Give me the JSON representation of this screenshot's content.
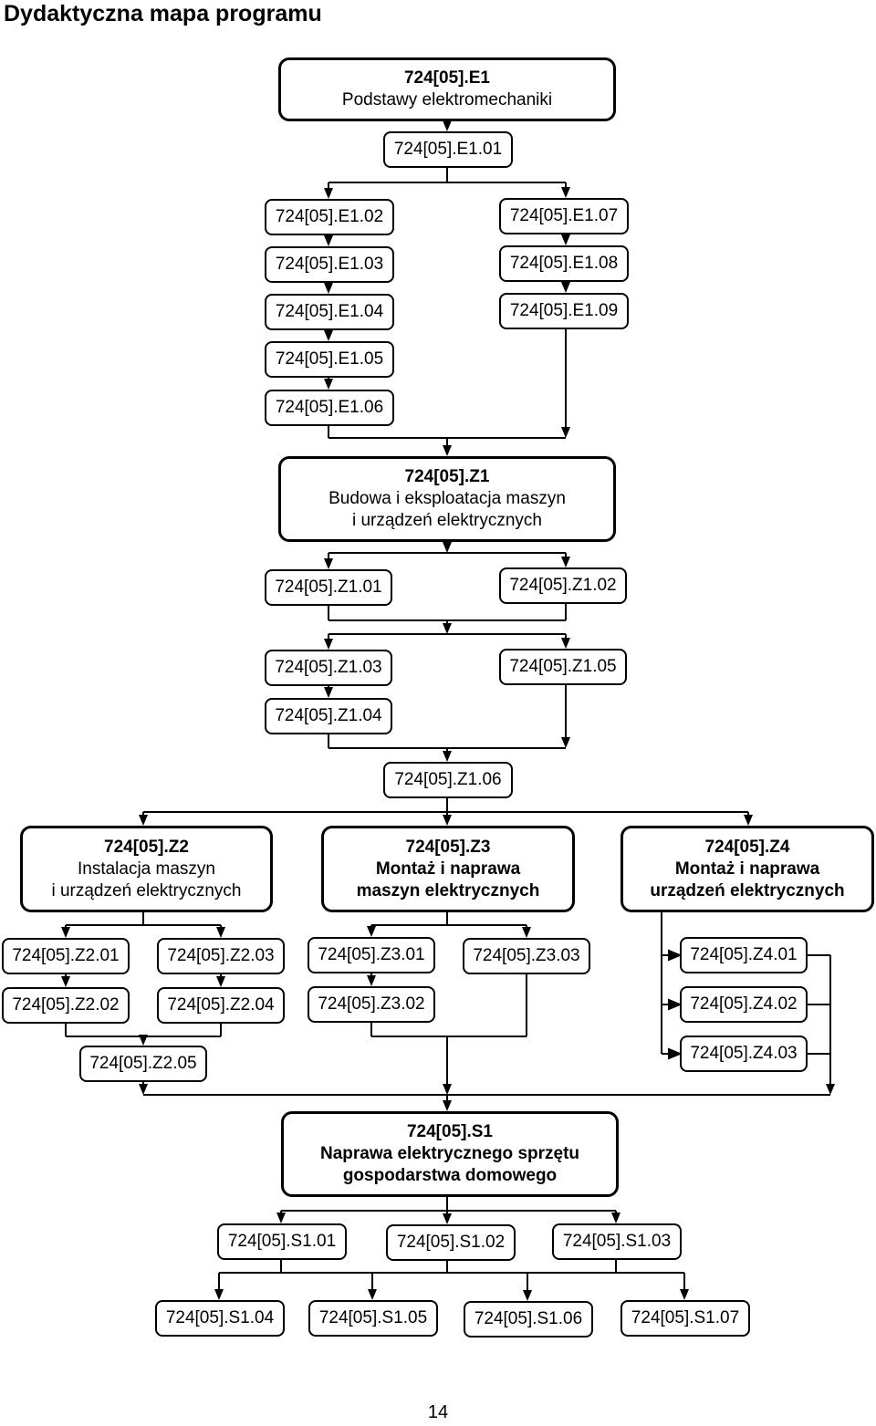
{
  "title": "Dydaktyczna mapa programu",
  "page_number": "14",
  "modules": {
    "E1": {
      "code": "724[05].E1",
      "lines": [
        "Podstawy elektromechaniki"
      ]
    },
    "Z1": {
      "code": "724[05].Z1",
      "lines": [
        "Budowa i eksploatacja maszyn",
        "i urządzeń  elektrycznych"
      ]
    },
    "Z2": {
      "code": "724[05].Z2",
      "lines": [
        "Instalacja maszyn",
        "i urządzeń elektrycznych"
      ]
    },
    "Z3": {
      "code": "724[05].Z3",
      "lines": [
        "Montaż i naprawa",
        "maszyn elektrycznych"
      ]
    },
    "Z4": {
      "code": "724[05].Z4",
      "lines": [
        "Montaż i naprawa",
        "urządzeń elektrycznych"
      ]
    },
    "S1": {
      "code": "724[05].S1",
      "lines": [
        "Naprawa elektrycznego sprzętu",
        "gospodarstwa domowego"
      ]
    }
  },
  "units": {
    "E1_01": "724[05].E1.01",
    "E1_02": "724[05].E1.02",
    "E1_03": "724[05].E1.03",
    "E1_04": "724[05].E1.04",
    "E1_05": "724[05].E1.05",
    "E1_06": "724[05].E1.06",
    "E1_07": "724[05].E1.07",
    "E1_08": "724[05].E1.08",
    "E1_09": "724[05].E1.09",
    "Z1_01": "724[05].Z1.01",
    "Z1_02": "724[05].Z1.02",
    "Z1_03": "724[05].Z1.03",
    "Z1_04": "724[05].Z1.04",
    "Z1_05": "724[05].Z1.05",
    "Z1_06": "724[05].Z1.06",
    "Z2_01": "724[05].Z2.01",
    "Z2_02": "724[05].Z2.02",
    "Z2_03": "724[05].Z2.03",
    "Z2_04": "724[05].Z2.04",
    "Z2_05": "724[05].Z2.05",
    "Z3_01": "724[05].Z3.01",
    "Z3_02": "724[05].Z3.02",
    "Z3_03": "724[05].Z3.03",
    "Z4_01": "724[05].Z4.01",
    "Z4_02": "724[05].Z4.02",
    "Z4_03": "724[05].Z4.03",
    "S1_01": "724[05].S1.01",
    "S1_02": "724[05].S1.02",
    "S1_03": "724[05].S1.03",
    "S1_04": "724[05].S1.04",
    "S1_05": "724[05].S1.05",
    "S1_06": "724[05].S1.06",
    "S1_07": "724[05].S1.07"
  }
}
